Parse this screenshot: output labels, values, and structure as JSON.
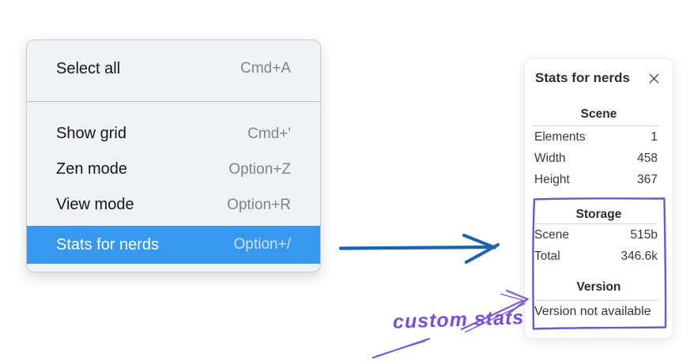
{
  "menu": {
    "groups": [
      {
        "items": [
          {
            "label": "Select all",
            "shortcut": "Cmd+A",
            "highlighted": false
          }
        ]
      },
      {
        "items": [
          {
            "label": "Show grid",
            "shortcut": "Cmd+'",
            "highlighted": false
          },
          {
            "label": "Zen mode",
            "shortcut": "Option+Z",
            "highlighted": false
          },
          {
            "label": "View mode",
            "shortcut": "Option+R",
            "highlighted": false
          },
          {
            "label": "Stats for nerds",
            "shortcut": "Option+/",
            "highlighted": true
          }
        ]
      }
    ]
  },
  "stats_panel": {
    "title": "Stats for nerds",
    "sections": [
      {
        "header": "Scene",
        "rows": [
          {
            "label": "Elements",
            "value": "1"
          },
          {
            "label": "Width",
            "value": "458"
          },
          {
            "label": "Height",
            "value": "367"
          }
        ]
      },
      {
        "header": "Storage",
        "rows": [
          {
            "label": "Scene",
            "value": "515b"
          },
          {
            "label": "Total",
            "value": "346.6k"
          }
        ]
      },
      {
        "header": "Version",
        "note": "Version not available"
      }
    ]
  },
  "annotation": {
    "label": "custom stats"
  },
  "colors": {
    "menu_highlight": "#3898f0",
    "menu_background": "#f1f2f4",
    "shortcut_gray": "#7f8489",
    "arrow_blue": "#1b64ae",
    "annotation_purple": "#7a4fd6",
    "box_purple": "#6a57d1"
  }
}
